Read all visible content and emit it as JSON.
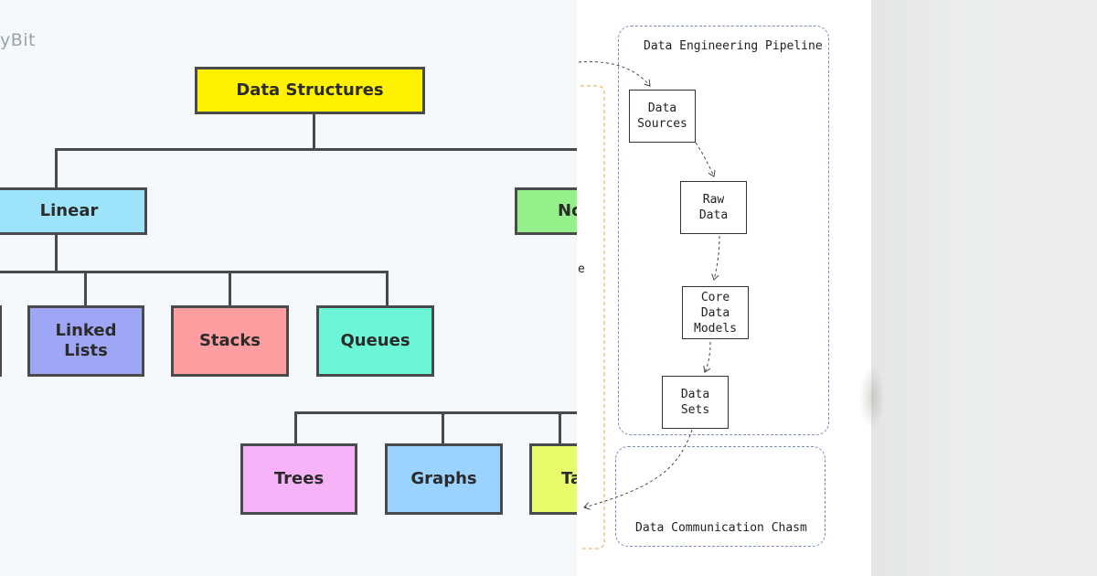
{
  "left_diagram": {
    "logo_text": "yBit",
    "root": {
      "label": "Data Structures",
      "color": "#fff200"
    },
    "linear": {
      "label": "Linear",
      "color": "#9de4fb"
    },
    "nonlinear": {
      "label": "No",
      "color": "#93f08a"
    },
    "linear_children": [
      {
        "label": "Linked\nLists",
        "color": "#9fa6f5"
      },
      {
        "label": "Stacks",
        "color": "#ff9ea0"
      },
      {
        "label": "Queues",
        "color": "#6cf5d6"
      }
    ],
    "nonlinear_children": [
      {
        "label": "Trees",
        "color": "#f6b3f8"
      },
      {
        "label": "Graphs",
        "color": "#9bd3ff"
      },
      {
        "label": "Ta",
        "color": "#e8fb6a"
      }
    ]
  },
  "right_diagram": {
    "pipeline_title": "Data Engineering Pipeline",
    "steps": [
      {
        "label": "Data\nSources"
      },
      {
        "label": "Raw\nData"
      },
      {
        "label": "Core\nData\nModels"
      },
      {
        "label": "Data\nSets"
      }
    ],
    "chasm_title": "Data Communication Chasm",
    "side_fragment": "e"
  }
}
